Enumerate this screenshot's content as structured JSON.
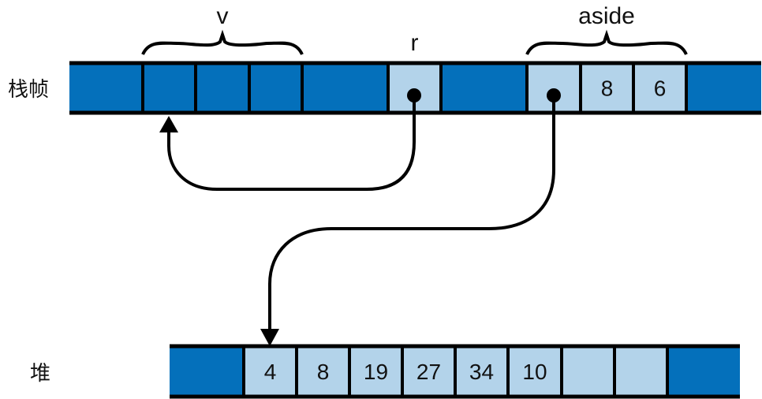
{
  "colors": {
    "dark_cell": "#0470bb",
    "light_cell": "#b3d3ea",
    "line": "#000000",
    "background": "#ffffff"
  },
  "stack": {
    "label": "栈帧",
    "cells": [
      {
        "type": "dark",
        "text": ""
      },
      {
        "type": "dark",
        "text": ""
      },
      {
        "type": "dark",
        "text": ""
      },
      {
        "type": "dark",
        "text": ""
      },
      {
        "type": "dark",
        "text": ""
      },
      {
        "type": "light",
        "text": "",
        "pointer": true
      },
      {
        "type": "dark",
        "text": ""
      },
      {
        "type": "light",
        "text": "",
        "pointer": true
      },
      {
        "type": "light",
        "text": "8"
      },
      {
        "type": "light",
        "text": "6"
      },
      {
        "type": "dark",
        "text": ""
      }
    ],
    "groups": [
      {
        "name": "v",
        "from": 1,
        "to": 3,
        "brace": true
      },
      {
        "name": "r",
        "from": 5,
        "to": 5,
        "brace": false
      },
      {
        "name": "aside",
        "from": 7,
        "to": 9,
        "brace": true
      }
    ]
  },
  "heap": {
    "label": "堆",
    "cells": [
      {
        "type": "dark",
        "text": ""
      },
      {
        "type": "light",
        "text": "4"
      },
      {
        "type": "light",
        "text": "8"
      },
      {
        "type": "light",
        "text": "19"
      },
      {
        "type": "light",
        "text": "27"
      },
      {
        "type": "light",
        "text": "34"
      },
      {
        "type": "light",
        "text": "10"
      },
      {
        "type": "light",
        "text": ""
      },
      {
        "type": "light",
        "text": ""
      },
      {
        "type": "dark",
        "text": ""
      }
    ]
  },
  "arrows": [
    {
      "name": "r-to-v",
      "from": "stack.5",
      "to": "stack.1"
    },
    {
      "name": "aside-to-heap",
      "from": "stack.7",
      "to": "heap.1"
    }
  ]
}
